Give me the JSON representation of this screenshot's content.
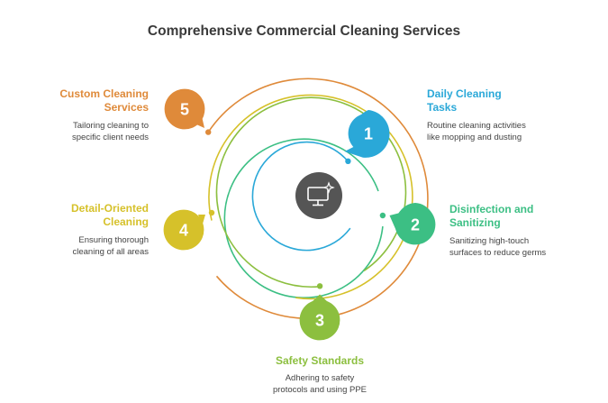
{
  "title": "Comprehensive Commercial Cleaning Services",
  "center_icon": "monitor-sparkle-icon",
  "steps": [
    {
      "number": "1",
      "title_line1": "Daily Cleaning",
      "title_line2": "Tasks",
      "desc_line1": "Routine cleaning activities",
      "desc_line2": "like mopping and dusting",
      "color": "#2aa8d8"
    },
    {
      "number": "2",
      "title_line1": "Disinfection and",
      "title_line2": "Sanitizing",
      "desc_line1": "Sanitizing high-touch",
      "desc_line2": "surfaces to reduce germs",
      "color": "#3cbf84"
    },
    {
      "number": "3",
      "title_line1": "Safety Standards",
      "title_line2": "",
      "desc_line1": "Adhering to safety",
      "desc_line2": "protocols and using PPE",
      "color": "#8cbf3f"
    },
    {
      "number": "4",
      "title_line1": "Detail-Oriented",
      "title_line2": "Cleaning",
      "desc_line1": "Ensuring thorough",
      "desc_line2": "cleaning of all areas",
      "color": "#d6c12a"
    },
    {
      "number": "5",
      "title_line1": "Custom Cleaning",
      "title_line2": "Services",
      "desc_line1": "Tailoring cleaning to",
      "desc_line2": "specific client needs",
      "color": "#df8a3a"
    }
  ]
}
